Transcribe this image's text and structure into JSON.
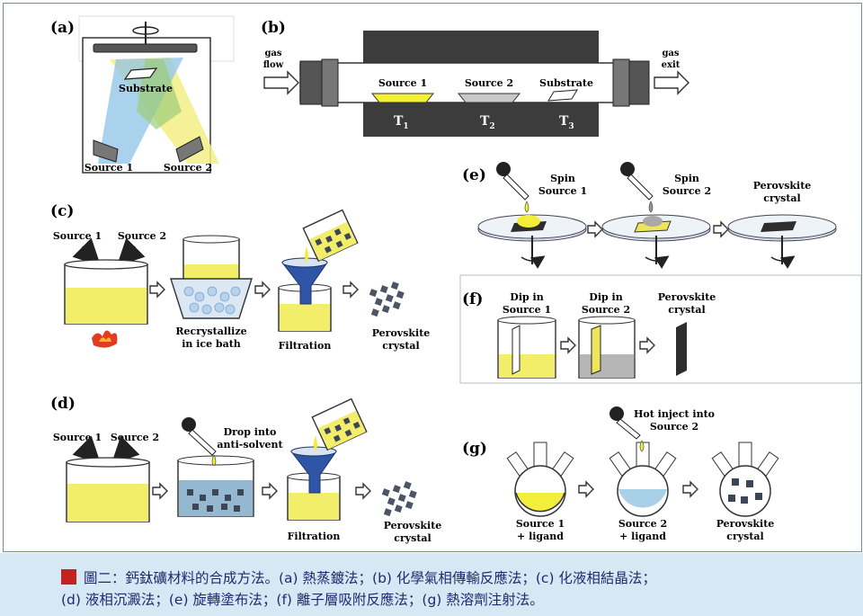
{
  "panels": {
    "a": {
      "letter": "(a)",
      "substrate": "Substrate",
      "source1": "Source 1",
      "source2": "Source 2"
    },
    "b": {
      "letter": "(b)",
      "gas_flow": [
        "gas",
        "flow"
      ],
      "gas_exit": [
        "gas",
        "exit"
      ],
      "source1": "Source 1",
      "source2": "Source 2",
      "substrate": "Substrate",
      "temps": [
        "T",
        "T",
        "T"
      ],
      "temp_subs": [
        "1",
        "2",
        "3"
      ]
    },
    "c": {
      "letter": "(c)",
      "source1": "Source 1",
      "source2": "Source 2",
      "recrystallize": [
        "Recrystallize",
        "in ice bath"
      ],
      "filtration": "Filtration",
      "product": [
        "Perovskite",
        "crystal"
      ]
    },
    "d": {
      "letter": "(d)",
      "source1": "Source 1",
      "source2": "Source 2",
      "drop": [
        "Drop into",
        "anti-solvent"
      ],
      "filtration": "Filtration",
      "product": [
        "Perovskite",
        "crystal"
      ]
    },
    "e": {
      "letter": "(e)",
      "spin1": [
        "Spin",
        "Source 1"
      ],
      "spin2": [
        "Spin",
        "Source 2"
      ],
      "product": [
        "Perovskite",
        "crystal"
      ]
    },
    "f": {
      "letter": "(f)",
      "dip1": [
        "Dip in",
        "Source 1"
      ],
      "dip2": [
        "Dip in",
        "Source 2"
      ],
      "product": [
        "Perovskite",
        "crystal"
      ]
    },
    "g": {
      "letter": "(g)",
      "hot_inject": [
        "Hot inject into",
        "Source 2"
      ],
      "flask1": [
        "Source 1",
        "+ ligand"
      ],
      "flask2": [
        "Source 2",
        "+ ligand"
      ],
      "product": [
        "Perovskite",
        "crystal"
      ]
    }
  },
  "caption": {
    "line1": "圖二：鈣鈦礦材料的合成方法。(a) 熱蒸鍍法；(b) 化學氣相傳輸反應法；(c) 化液相結晶法；",
    "line2": "(d) 液相沉澱法；(e) 旋轉塗布法；(f) 離子層吸附反應法；(g) 熱溶劑注射法。"
  },
  "colors": {
    "yellow": "#f2ee6a",
    "blue": "#9ec9e9",
    "caption_bg": "#d6e8f4",
    "caption_mark": "#c4221f",
    "caption_text": "#1f2a6e"
  }
}
